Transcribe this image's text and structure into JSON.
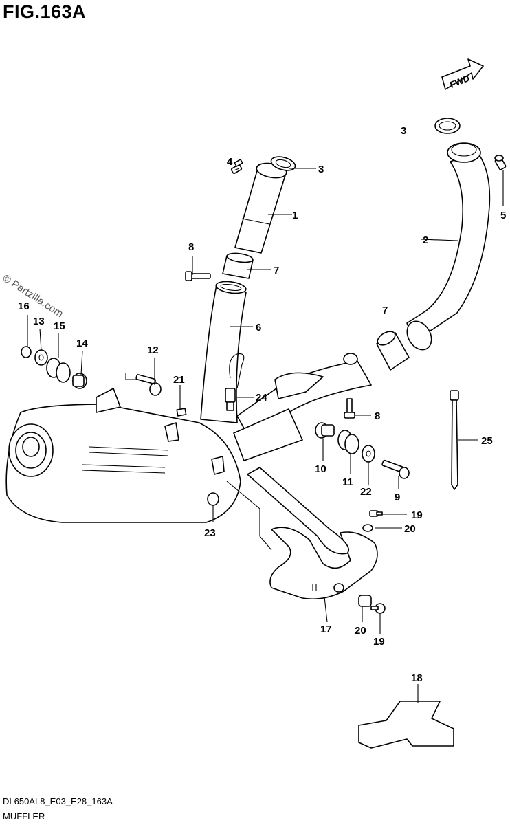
{
  "figure": {
    "title": "FIG.163A"
  },
  "footer": {
    "diagram_code": "DL650AL8_E03_E28_163A",
    "section_name": "MUFFLER"
  },
  "watermark": "© Partzilla.com",
  "direction_arrow": {
    "label": "FWD"
  },
  "callouts": [
    {
      "label": "1"
    },
    {
      "label": "2"
    },
    {
      "label": "3"
    },
    {
      "label": "3"
    },
    {
      "label": "4"
    },
    {
      "label": "5"
    },
    {
      "label": "6"
    },
    {
      "label": "7"
    },
    {
      "label": "7"
    },
    {
      "label": "8"
    },
    {
      "label": "8"
    },
    {
      "label": "9"
    },
    {
      "label": "10"
    },
    {
      "label": "11"
    },
    {
      "label": "12"
    },
    {
      "label": "13"
    },
    {
      "label": "14"
    },
    {
      "label": "15"
    },
    {
      "label": "16"
    },
    {
      "label": "17"
    },
    {
      "label": "18"
    },
    {
      "label": "19"
    },
    {
      "label": "19"
    },
    {
      "label": "20"
    },
    {
      "label": "20"
    },
    {
      "label": "21"
    },
    {
      "label": "22"
    },
    {
      "label": "23"
    },
    {
      "label": "24"
    },
    {
      "label": "25"
    }
  ]
}
